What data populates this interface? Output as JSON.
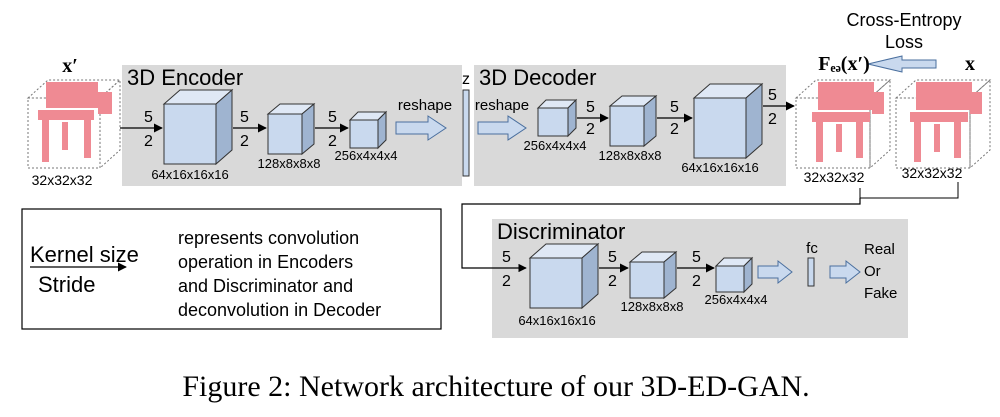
{
  "encoder": {
    "title": "3D Encoder",
    "layers": [
      {
        "kernel": "5",
        "stride": "2",
        "shape": "64x16x16x16"
      },
      {
        "kernel": "5",
        "stride": "2",
        "shape": "128x8x8x8"
      },
      {
        "kernel": "5",
        "stride": "2",
        "shape": "256x4x4x4"
      }
    ],
    "reshape": "reshape"
  },
  "decoder": {
    "title": "3D Decoder",
    "reshape": "reshape",
    "layers": [
      {
        "shape": "256x4x4x4"
      },
      {
        "kernel": "5",
        "stride": "2",
        "shape": "128x8x8x8"
      },
      {
        "kernel": "5",
        "stride": "2",
        "shape": "64x16x16x16"
      },
      {
        "kernel": "5",
        "stride": "2"
      }
    ]
  },
  "latent": "z",
  "input": {
    "label": "x′",
    "shape": "32x32x32"
  },
  "output": {
    "label": "Fₑₔ(x′)",
    "shape": "32x32x32"
  },
  "target": {
    "label": "x",
    "shape": "32x32x32"
  },
  "loss": {
    "line1": "Cross-Entropy",
    "line2": "Loss"
  },
  "discriminator": {
    "title": "Discriminator",
    "layers": [
      {
        "kernel": "5",
        "stride": "2",
        "shape": "64x16x16x16"
      },
      {
        "kernel": "5",
        "stride": "2",
        "shape": "128x8x8x8"
      },
      {
        "kernel": "5",
        "stride": "2",
        "shape": "256x4x4x4"
      }
    ],
    "fc": "fc",
    "outputs": [
      "Real",
      "Or",
      "Fake"
    ]
  },
  "legend": {
    "kernel": "Kernel size",
    "stride": "Stride",
    "lines": [
      "represents convolution",
      "operation in Encoders",
      "and Discriminator and",
      "deconvolution in Decoder"
    ]
  },
  "caption": "Figure 2: Network architecture of our 3D-ED-GAN.",
  "colors": {
    "panel": "#d9d9d9",
    "cube": "#c9d9ee",
    "voxel": "#ef8a93"
  }
}
